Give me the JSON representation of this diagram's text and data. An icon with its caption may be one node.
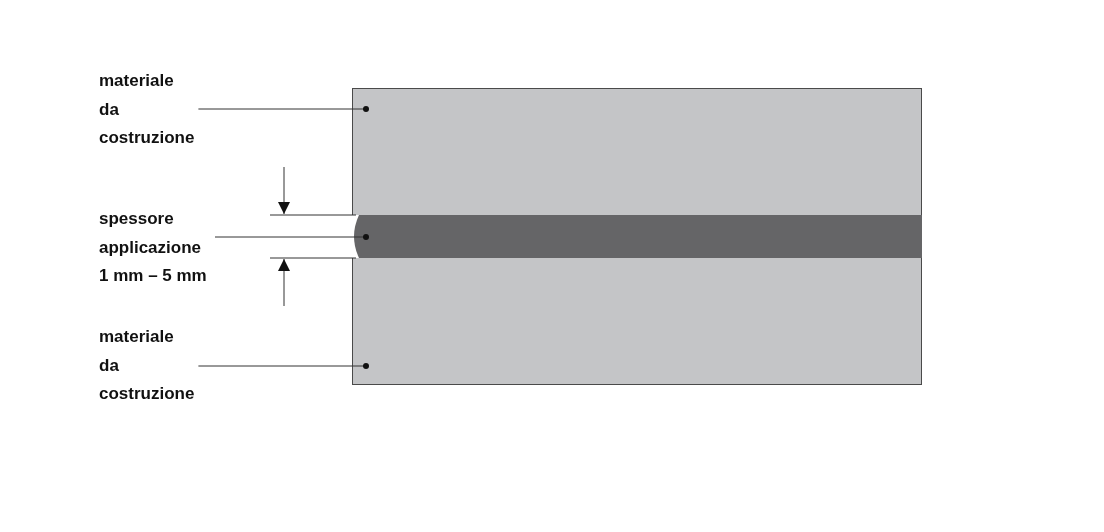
{
  "diagram": {
    "nodes": [
      {
        "text": [
          "materiale da costruzione"
        ]
      },
      {
        "text": [
          "spessore applicazione 1 mm – 5 mm"
        ]
      },
      {
        "text": [
          "materiale da costruzione"
        ]
      },
      {
        "text": [],
        "shape": "box"
      },
      {
        "text": [],
        "shape": "bar"
      },
      {
        "text": [],
        "shape": "box"
      }
    ],
    "edges": [
      {
        "from": 0,
        "to": 3,
        "arrow": "other"
      },
      {
        "from": 1,
        "to": 4,
        "arrow": "other"
      },
      {
        "from": 2,
        "to": 5,
        "arrow": "other"
      }
    ]
  }
}
